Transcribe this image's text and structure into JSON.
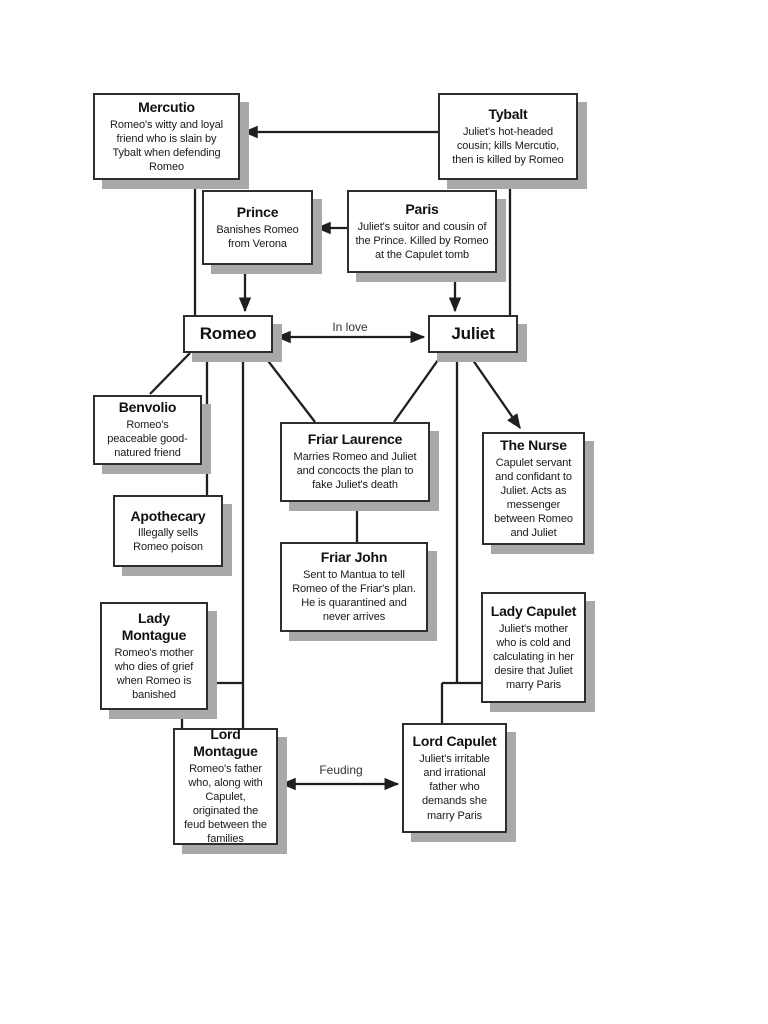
{
  "colors": {
    "background": "#ffffff",
    "box_border": "#2e2e2e",
    "box_shadow": "#a9a9a9",
    "connector_line": "#1f1f1f",
    "text": "#111111"
  },
  "diagram": {
    "nodes": [
      {
        "id": "mercutio",
        "title": "Mercutio",
        "description": "Romeo's witty and loyal friend who is slain by Tybalt when defending Romeo"
      },
      {
        "id": "tybalt",
        "title": "Tybalt",
        "description": "Juliet's hot-headed cousin; kills Mercutio, then is killed by Romeo"
      },
      {
        "id": "prince",
        "title": "Prince",
        "description": "Banishes Romeo from Verona"
      },
      {
        "id": "paris",
        "title": "Paris",
        "description": "Juliet's suitor and cousin of the Prince. Killed by Romeo at the Capulet tomb"
      },
      {
        "id": "romeo",
        "title": "Romeo",
        "description": ""
      },
      {
        "id": "juliet",
        "title": "Juliet",
        "description": ""
      },
      {
        "id": "benvolio",
        "title": "Benvolio",
        "description": "Romeo's peaceable good-natured friend"
      },
      {
        "id": "friar-laurence",
        "title": "Friar Laurence",
        "description": "Marries Romeo and Juliet and concocts the plan to fake Juliet's death"
      },
      {
        "id": "the-nurse",
        "title": "The Nurse",
        "description": "Capulet servant and confidant to Juliet. Acts as messenger between Romeo and Juliet"
      },
      {
        "id": "apothecary",
        "title": "Apothecary",
        "description": "Illegally sells Romeo poison"
      },
      {
        "id": "friar-john",
        "title": "Friar John",
        "description": "Sent to Mantua to tell Romeo of the Friar's plan. He is quarantined and never arrives"
      },
      {
        "id": "lady-montague",
        "title": "Lady Montague",
        "description": "Romeo's mother who dies of grief when Romeo is banished"
      },
      {
        "id": "lady-capulet",
        "title": "Lady Capulet",
        "description": "Juliet's mother who is cold and calculating in her desire that Juliet marry Paris"
      },
      {
        "id": "lord-montague",
        "title": "Lord Montague",
        "description": "Romeo's father who, along with Capulet, originated the feud between the families"
      },
      {
        "id": "lord-capulet",
        "title": "Lord Capulet",
        "description": "Juliet's irritable and irrational father who demands she marry Paris"
      }
    ],
    "edges": [
      {
        "from": "tybalt",
        "to": "mercutio",
        "type": "arrow",
        "label": ""
      },
      {
        "from": "mercutio",
        "to": "romeo",
        "type": "line",
        "label": ""
      },
      {
        "from": "tybalt",
        "to": "juliet",
        "type": "line",
        "label": ""
      },
      {
        "from": "paris",
        "to": "prince",
        "type": "arrow",
        "label": ""
      },
      {
        "from": "prince",
        "to": "romeo",
        "type": "arrow",
        "label": ""
      },
      {
        "from": "paris",
        "to": "juliet",
        "type": "arrow",
        "label": ""
      },
      {
        "from": "romeo",
        "to": "juliet",
        "type": "double-arrow",
        "label": "In love"
      },
      {
        "from": "romeo",
        "to": "benvolio",
        "type": "line",
        "label": ""
      },
      {
        "from": "romeo",
        "to": "apothecary",
        "type": "line",
        "label": ""
      },
      {
        "from": "romeo",
        "to": "friar-laurence",
        "type": "line",
        "label": ""
      },
      {
        "from": "juliet",
        "to": "friar-laurence",
        "type": "line",
        "label": ""
      },
      {
        "from": "juliet",
        "to": "the-nurse",
        "type": "arrow",
        "label": ""
      },
      {
        "from": "friar-laurence",
        "to": "friar-john",
        "type": "line",
        "label": ""
      },
      {
        "from": "romeo",
        "to": "lady-montague",
        "type": "line",
        "label": ""
      },
      {
        "from": "romeo",
        "to": "lord-montague",
        "type": "line",
        "label": ""
      },
      {
        "from": "lady-montague",
        "to": "lord-montague",
        "type": "line",
        "label": ""
      },
      {
        "from": "juliet",
        "to": "lady-capulet",
        "type": "line",
        "label": ""
      },
      {
        "from": "juliet",
        "to": "lord-capulet",
        "type": "line",
        "label": ""
      },
      {
        "from": "lord-montague",
        "to": "lord-capulet",
        "type": "double-arrow",
        "label": "Feuding"
      }
    ]
  }
}
